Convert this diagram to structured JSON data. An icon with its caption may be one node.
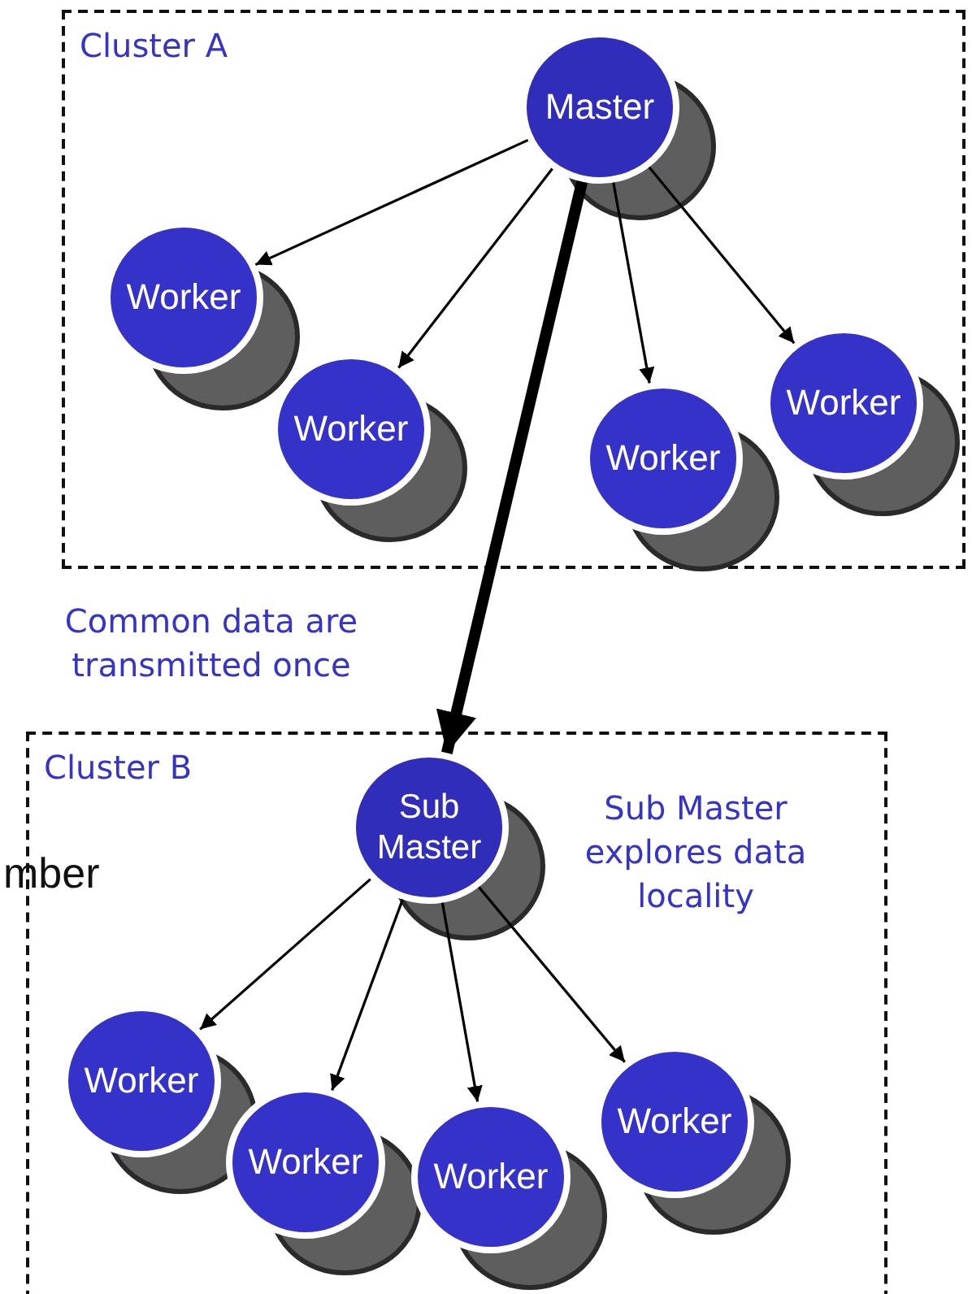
{
  "diagram": {
    "nodes": [
      {
        "text": [
          "Cluster A"
        ]
      },
      {
        "text": [
          "Master"
        ],
        "in": 0
      },
      {
        "text": [
          "Worker"
        ],
        "in": 0
      },
      {
        "text": [
          "Worker"
        ],
        "in": 0
      },
      {
        "text": [
          "Worker"
        ],
        "in": 0
      },
      {
        "text": [
          "Worker"
        ],
        "in": 0
      },
      {
        "text": [
          "Cluster B"
        ]
      },
      {
        "text": [
          "Sub Master"
        ],
        "in": 6
      },
      {
        "text": [
          "Worker"
        ],
        "in": 6
      },
      {
        "text": [
          "Worker"
        ],
        "in": 6
      },
      {
        "text": [
          "Worker"
        ],
        "in": 6
      },
      {
        "text": [
          "Worker"
        ],
        "in": 6
      }
    ],
    "edges": [
      {
        "from": 1,
        "to": 2,
        "arrow": "to"
      },
      {
        "from": 1,
        "to": 3,
        "arrow": "to"
      },
      {
        "from": 1,
        "to": 4,
        "arrow": "to"
      },
      {
        "from": 1,
        "to": 5,
        "arrow": "to"
      },
      {
        "from": 1,
        "to": 7,
        "arrow": "to",
        "style": "thick"
      },
      {
        "from": 7,
        "to": 8,
        "arrow": "to"
      },
      {
        "from": 7,
        "to": 9,
        "arrow": "to"
      },
      {
        "from": 7,
        "to": 10,
        "arrow": "to"
      },
      {
        "from": 7,
        "to": 11,
        "arrow": "to"
      }
    ],
    "labels": [
      "Common data are transmitted once",
      "Sub Master explores data locality",
      "mber"
    ]
  }
}
